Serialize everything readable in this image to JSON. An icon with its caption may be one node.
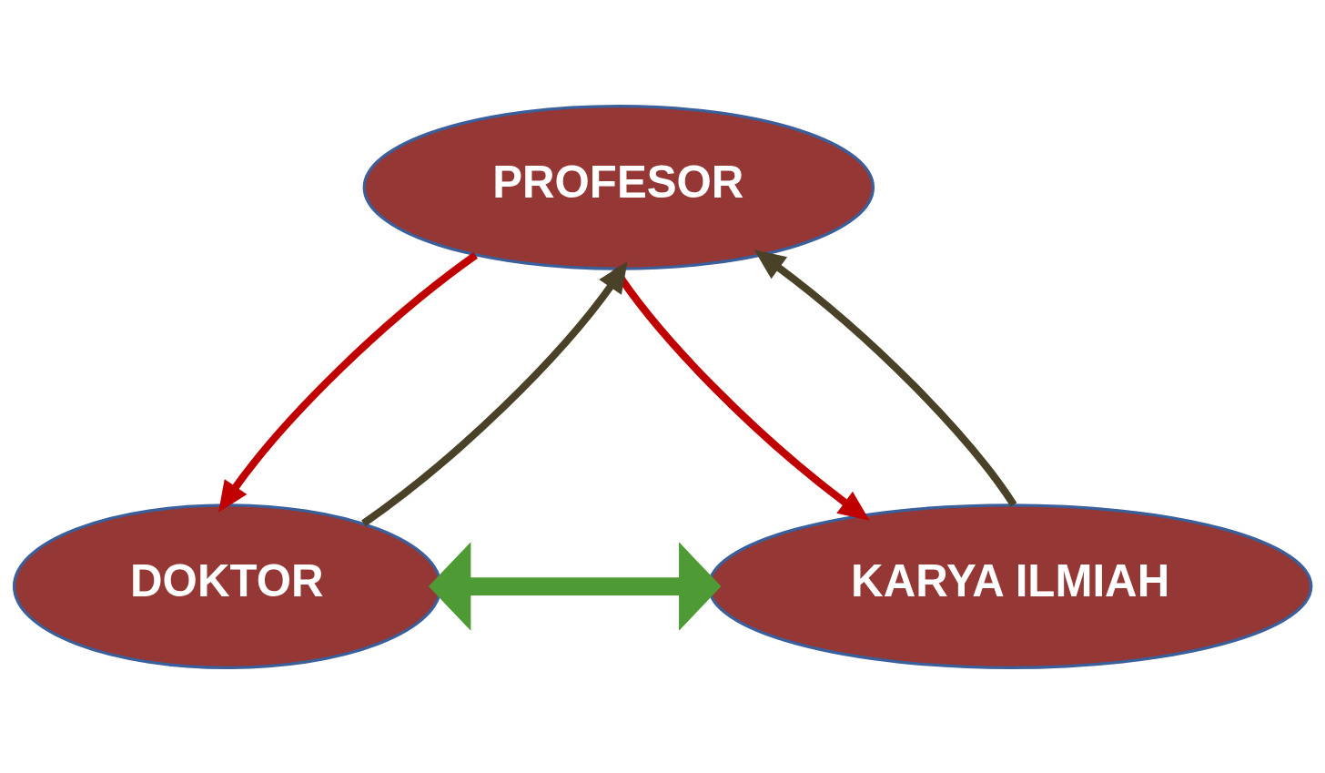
{
  "diagram": {
    "nodes": [
      {
        "text": [
          "PROFESOR"
        ]
      },
      {
        "text": [
          "DOKTOR"
        ]
      },
      {
        "text": [
          "KARYA ILMIAH"
        ]
      }
    ],
    "edges": [
      {
        "from": 0,
        "to": 1,
        "arrow": "to",
        "color": "#c00000"
      },
      {
        "from": 1,
        "to": 0,
        "arrow": "to",
        "color": "#4a4228"
      },
      {
        "from": 0,
        "to": 2,
        "arrow": "to",
        "color": "#c00000"
      },
      {
        "from": 2,
        "to": 0,
        "arrow": "to",
        "color": "#4a4228"
      },
      {
        "from": 1,
        "to": 2,
        "arrow": "both",
        "style": "thick",
        "color": "#4e9a35"
      }
    ]
  }
}
